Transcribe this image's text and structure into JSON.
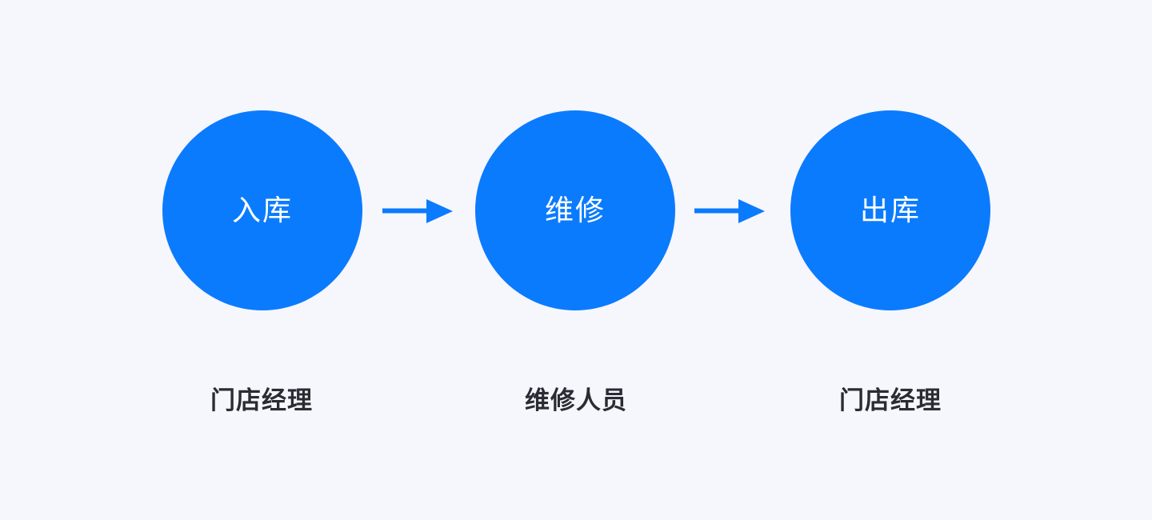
{
  "diagram": {
    "type": "process-flow",
    "background_color": "#f6f6fd",
    "node_color": "#0b7bfd",
    "node_text_color": "#ffffff",
    "arrow_color": "#0b7bfd",
    "label_color": "#2b2b33",
    "nodes": [
      {
        "id": "node-1",
        "label": "入库",
        "role": "门店经理"
      },
      {
        "id": "node-2",
        "label": "维修",
        "role": "维修人员"
      },
      {
        "id": "node-3",
        "label": "出库",
        "role": "门店经理"
      }
    ],
    "arrows": [
      {
        "id": "arrow-1",
        "icon": "arrow-right-icon",
        "from": "node-1",
        "to": "node-2"
      },
      {
        "id": "arrow-2",
        "icon": "arrow-right-icon",
        "from": "node-2",
        "to": "node-3"
      }
    ]
  }
}
